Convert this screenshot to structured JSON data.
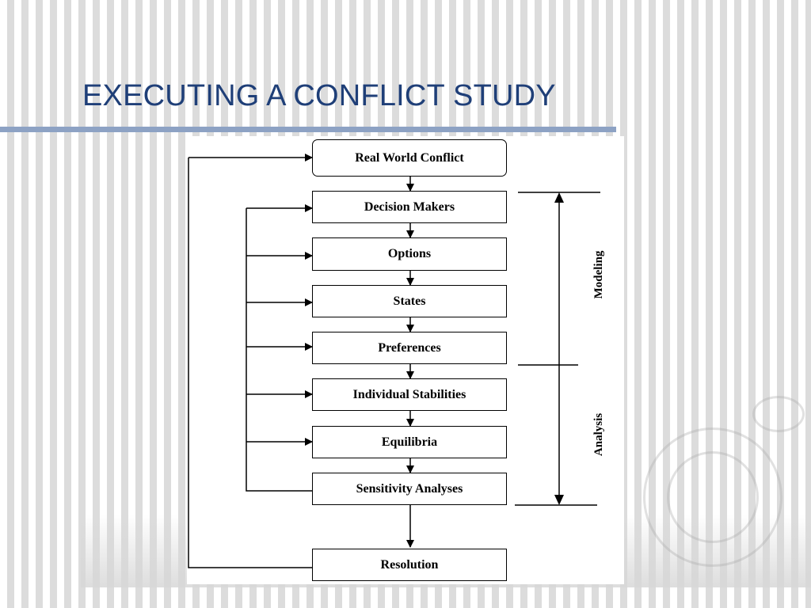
{
  "slide": {
    "title": "EXECUTING A CONFLICT STUDY"
  },
  "diagram": {
    "steps": [
      {
        "label": "Real World Conflict"
      },
      {
        "label": "Decision Makers"
      },
      {
        "label": "Options"
      },
      {
        "label": "States"
      },
      {
        "label": "Preferences"
      },
      {
        "label": "Individual Stabilities"
      },
      {
        "label": "Equilibria"
      },
      {
        "label": "Sensitivity Analyses"
      },
      {
        "label": "Resolution"
      }
    ],
    "phases": [
      {
        "label": "Modeling"
      },
      {
        "label": "Analysis"
      }
    ]
  }
}
